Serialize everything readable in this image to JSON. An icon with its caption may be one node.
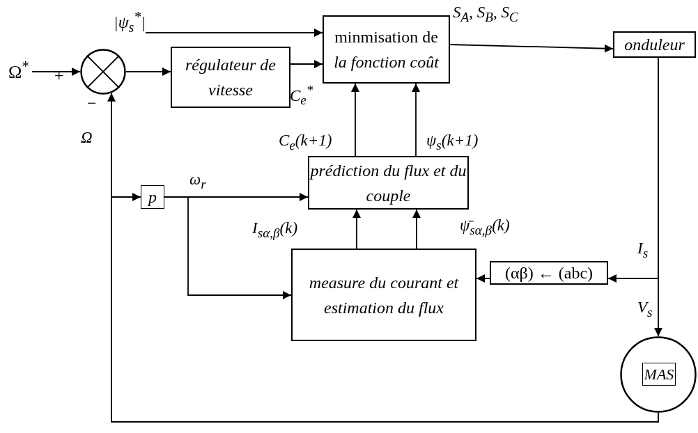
{
  "diagram": {
    "nodes": [
      {
        "text": [
          "|ψ$_{s}$$^{*}$|"
        ]
      },
      {
        "text": [
          "Ω$^{*}$"
        ]
      },
      {
        "text": [],
        "shape": "circle"
      },
      {
        "text": [
          "régulateur de vitesse"
        ]
      },
      {
        "text": [
          "minmisation de",
          "la fonction coût"
        ]
      },
      {
        "text": [
          "onduleur"
        ]
      },
      {
        "text": [
          "p"
        ]
      },
      {
        "text": [
          "prédiction du flux et du couple"
        ]
      },
      {
        "text": [
          "measure du courant et estimation du flux"
        ]
      },
      {
        "text": [
          "(αβ) ← (abc)"
        ]
      },
      {
        "text": [],
        "shape": "circle"
      },
      {
        "text": [
          "MAS"
        ],
        "in": 10
      }
    ],
    "edges": [
      {
        "from": 0,
        "to": 4,
        "arrow": "to"
      },
      {
        "from": 1,
        "to": 2,
        "arrow": "to"
      },
      {
        "from": 2,
        "to": 3,
        "arrow": "to"
      },
      {
        "from": 3,
        "to": 4,
        "arrow": "to",
        "label": "C$_{e}$$^{*}$"
      },
      {
        "from": 4,
        "to": 5,
        "arrow": "to",
        "label": "S$_{A}$, S$_{B}$, S$_{C}$"
      },
      {
        "from": 5,
        "to": 10,
        "arrow": "to",
        "label": "V$_{s}$"
      },
      {
        "from": 5,
        "to": 9,
        "arrow": "to",
        "label": "I$_{s}$"
      },
      {
        "from": 10,
        "to": 2,
        "arrow": "to",
        "label": "Ω"
      },
      {
        "from": 10,
        "to": 6,
        "arrow": "to"
      },
      {
        "from": 6,
        "to": 7,
        "arrow": "to",
        "label": "ω$_{r}$"
      },
      {
        "from": 6,
        "to": 8,
        "arrow": "to"
      },
      {
        "from": 7,
        "to": 4,
        "arrow": "to",
        "label": "C$_{e}$(k+1)"
      },
      {
        "from": 7,
        "to": 4,
        "arrow": "to",
        "label": "ψ$_{s}$(k+1)"
      },
      {
        "from": 8,
        "to": 7,
        "arrow": "to",
        "label": "I$_{sα,β}$(k)"
      },
      {
        "from": 8,
        "to": 7,
        "arrow": "to",
        "label": "ψ̄$_{sα,β}$(k)"
      },
      {
        "from": 9,
        "to": 8,
        "arrow": "to"
      }
    ],
    "labels": [
      "+",
      "−"
    ]
  }
}
